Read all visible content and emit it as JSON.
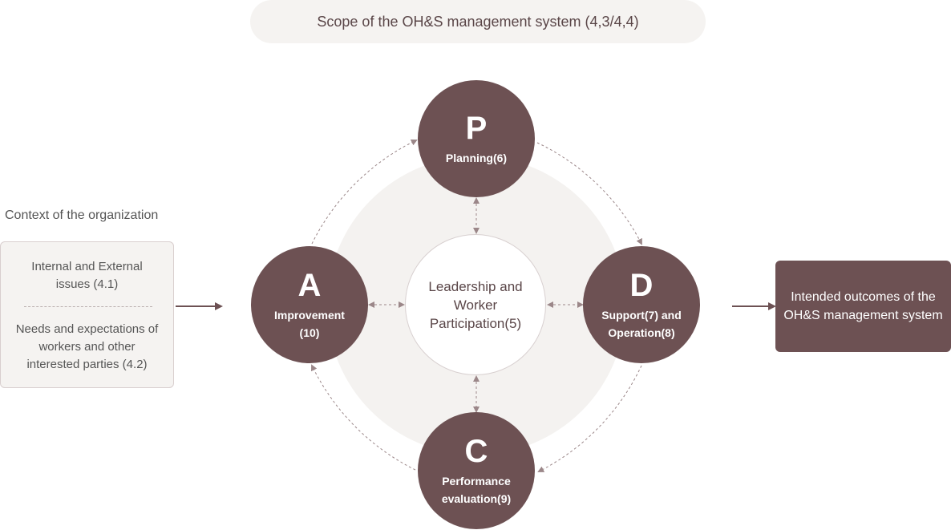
{
  "scope": {
    "label": "Scope of the OH&S management system (4,3/4,4)"
  },
  "context": {
    "title": "Context of the organization",
    "item1": "Internal and External issues (4.1)",
    "item2": "Needs and expectations of workers and other interested parties (4.2)"
  },
  "cycle": {
    "plan": {
      "letter": "P",
      "label": "Planning(6)"
    },
    "do": {
      "letter": "D",
      "label": "Support(7) and Operation(8)"
    },
    "check": {
      "letter": "C",
      "label": "Performance evaluation(9)"
    },
    "act": {
      "letter": "A",
      "label": "Improvement (10)"
    },
    "center": "Leadership and Worker Participation(5)"
  },
  "outcomes": {
    "label": "Intended outcomes of the OH&S management system"
  },
  "colors": {
    "accent": "#6d5153",
    "light_bg": "#f5f3f1"
  }
}
